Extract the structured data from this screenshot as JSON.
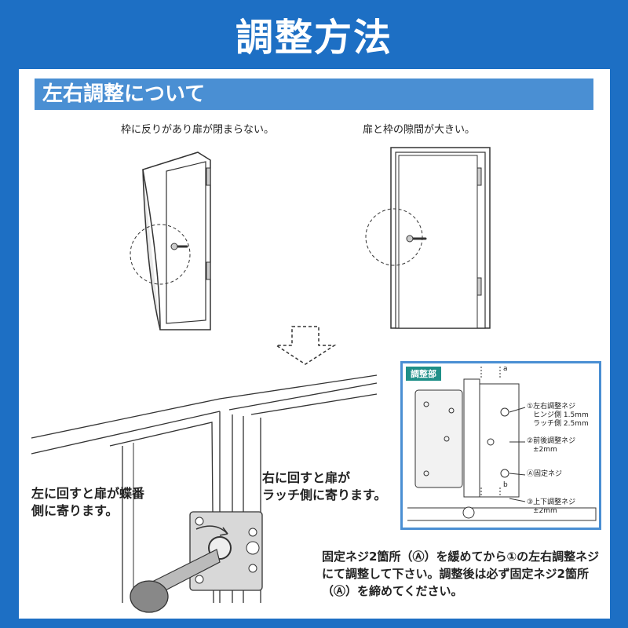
{
  "header": {
    "title": "調整方法"
  },
  "section": {
    "heading": "左右調整について"
  },
  "captions": {
    "frame_warp": "枠に反りがあり扉が閉まらない。",
    "gap_large": "扉と枠の隙間が大きい。"
  },
  "rotation": {
    "left_line1": "左に回すと扉が蝶番",
    "left_line2": "側に寄ります。",
    "right_line1": "右に回すと扉が",
    "right_line2": "ラッチ側に寄ります。"
  },
  "inset": {
    "title": "調整部",
    "label_a": "a",
    "label_b": "b",
    "item1_title": "①左右調整ネジ",
    "item1_hinge": "ヒンジ側 1.5mm",
    "item1_latch": "ラッチ側 2.5mm",
    "item2": "②前後調整ネジ",
    "item2_value": "±2mm",
    "itemA": "Ⓐ固定ネジ",
    "item3": "③上下調整ネジ",
    "item3_value": "±2mm"
  },
  "instructions": {
    "line1": "固定ネジ2箇所（Ⓐ）を緩めてから①の左右調整ネジ",
    "line2": "にて調整して下さい。調整後は必ず固定ネジ2箇所",
    "line3": "（Ⓐ）を締めてください。"
  }
}
